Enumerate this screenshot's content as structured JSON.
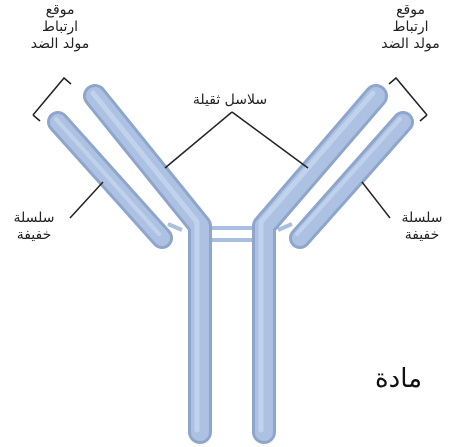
{
  "labels": {
    "antigen_site_left": [
      "موقع",
      "ارتباط",
      "مولد الضد"
    ],
    "antigen_site_right": [
      "موقع",
      "ارتباط",
      "مولد الضد"
    ],
    "heavy_chains": "سلاسل ثقيلة",
    "light_chain_left": [
      "سلسلة",
      "خفيفة"
    ],
    "light_chain_right": [
      "سلسلة",
      "خفيفة"
    ],
    "partial_text": "مادة"
  },
  "colors": {
    "chain_fill": "#a9bfe0",
    "chain_stroke": "#8ea6cc",
    "chain_highlight": "#c9d8ef",
    "line": "#222222"
  }
}
